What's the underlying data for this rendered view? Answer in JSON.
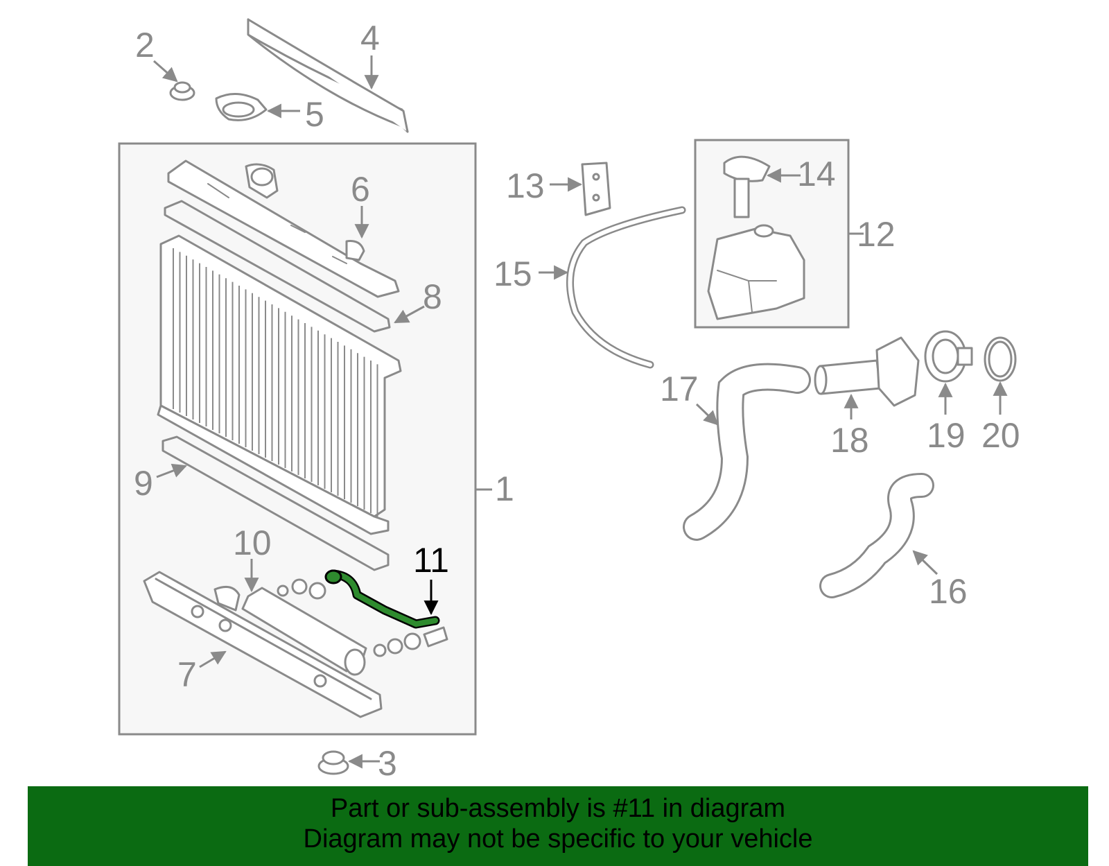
{
  "diagram": {
    "highlight_color": "#0b6b12",
    "callouts": [
      "1",
      "2",
      "3",
      "4",
      "5",
      "6",
      "7",
      "8",
      "9",
      "10",
      "11",
      "12",
      "13",
      "14",
      "15",
      "16",
      "17",
      "18",
      "19",
      "20"
    ],
    "highlighted_callout": "11"
  },
  "banner": {
    "line1": "Part or sub-assembly is #11 in diagram",
    "line2": "Diagram may not be specific to your vehicle",
    "background": "#0b6b12"
  }
}
